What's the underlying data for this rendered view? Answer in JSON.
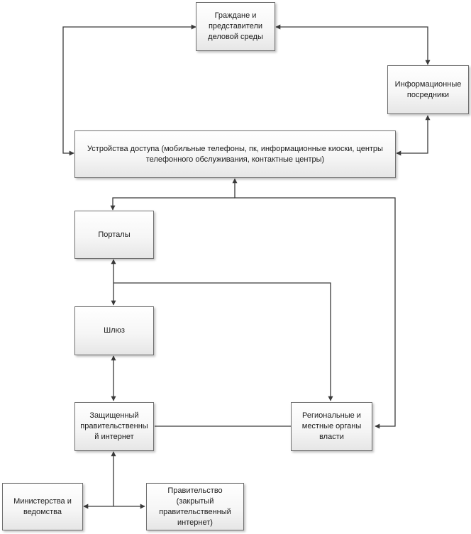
{
  "diagram": {
    "nodes": {
      "citizens": "Граждане и\nпредставители\nделовой среды",
      "intermediaries": "Информационные\nпосредники",
      "access_devices": "Устройства доступа (мобильные телефоны, пк, информационные киоски, центры\nтелефонного обслуживания, контактные центры)",
      "portals": "Порталы",
      "gateway": "Шлюз",
      "secure_internet": "Защищенный\nправительственны\nй интернет",
      "regional": "Региональные и\nместные органы\nвласти",
      "ministries": "Министерства и\nведомства",
      "government": "Правительство\n(закрытый\nправительственный\nинтернет)"
    }
  }
}
